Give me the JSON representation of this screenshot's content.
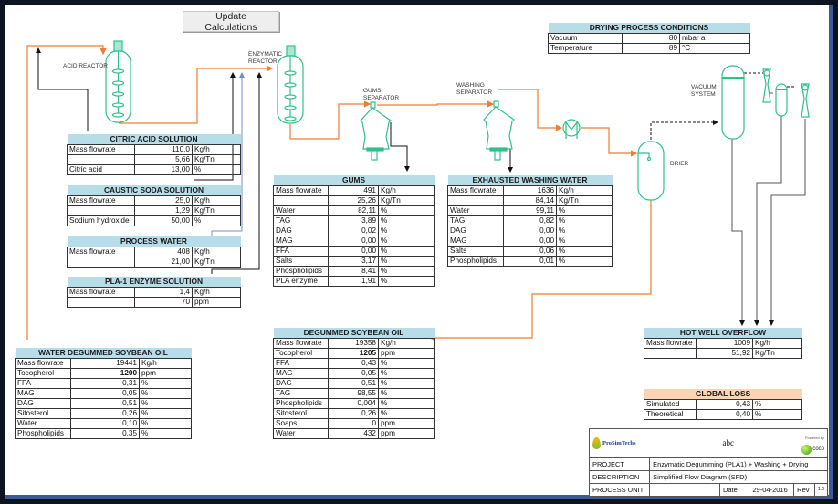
{
  "toolbar": {
    "update_label": "Update  Calculations"
  },
  "equipment_labels": {
    "acid_reactor": "ACID REACTOR",
    "enzymatic_reactor_1": "ENZYMATIC",
    "enzymatic_reactor_2": "REACTOR",
    "gums_separator_1": "GUMS",
    "gums_separator_2": "SEPARATOR",
    "washing_separator_1": "WASHING",
    "washing_separator_2": "SEPARATOR",
    "vacuum_system_1": "VACUUM",
    "vacuum_system_2": "SYSTEM",
    "drier": "DRIER"
  },
  "drying_conditions": {
    "title": "DRYING PROCESS CONDITIONS",
    "rows": [
      {
        "label": "Vacuum",
        "value": "80",
        "unit": "mbar a"
      },
      {
        "label": "Temperature",
        "value": "89",
        "unit": "°C"
      }
    ]
  },
  "citric_acid": {
    "title": "CITRIC ACID SOLUTION",
    "rows": [
      {
        "label": "Mass flowrate",
        "value": "110,0",
        "unit": "Kg/h"
      },
      {
        "label": "",
        "value": "5,66",
        "unit": "Kg/Tn"
      },
      {
        "label": "Citric acid",
        "value": "13,00",
        "unit": "%"
      }
    ]
  },
  "caustic_soda": {
    "title": "CAUSTIC SODA SOLUTION",
    "rows": [
      {
        "label": "Mass flowrate",
        "value": "25,0",
        "unit": "Kg/h"
      },
      {
        "label": "",
        "value": "1,29",
        "unit": "Kg/Tn"
      },
      {
        "label": "Sodium hydroxide",
        "value": "50,00",
        "unit": "%"
      }
    ]
  },
  "process_water": {
    "title": "PROCESS WATER",
    "rows": [
      {
        "label": "Mass flowrate",
        "value": "408",
        "unit": "Kg/h"
      },
      {
        "label": "",
        "value": "21,00",
        "unit": "Kg/Tn"
      }
    ]
  },
  "pla1_enzyme": {
    "title": "PLA-1 ENZYME SOLUTION",
    "rows": [
      {
        "label": "Mass flowrate",
        "value": "1,4",
        "unit": "Kg/h"
      },
      {
        "label": "",
        "value": "70",
        "unit": "ppm"
      }
    ]
  },
  "gums": {
    "title": "GUMS",
    "rows": [
      {
        "label": "Mass flowrate",
        "value": "491",
        "unit": "Kg/h"
      },
      {
        "label": "",
        "value": "25,26",
        "unit": "Kg/Tn"
      },
      {
        "label": "Water",
        "value": "82,11",
        "unit": "%"
      },
      {
        "label": "TAG",
        "value": "3,89",
        "unit": "%"
      },
      {
        "label": "DAG",
        "value": "0,02",
        "unit": "%"
      },
      {
        "label": "MAG",
        "value": "0,00",
        "unit": "%"
      },
      {
        "label": "FFA",
        "value": "0,00",
        "unit": "%"
      },
      {
        "label": "Salts",
        "value": "3,17",
        "unit": "%"
      },
      {
        "label": "Phospholipids",
        "value": "8,41",
        "unit": "%"
      },
      {
        "label": "PLA enzyme",
        "value": "1,91",
        "unit": "%"
      }
    ]
  },
  "exhausted_water": {
    "title": "EXHAUSTED WASHING WATER",
    "rows": [
      {
        "label": "Mass flowrate",
        "value": "1636",
        "unit": "Kg/h"
      },
      {
        "label": "",
        "value": "84,14",
        "unit": "Kg/Tn"
      },
      {
        "label": "Water",
        "value": "99,11",
        "unit": "%"
      },
      {
        "label": "TAG",
        "value": "0,82",
        "unit": "%"
      },
      {
        "label": "DAG",
        "value": "0,00",
        "unit": "%"
      },
      {
        "label": "MAG",
        "value": "0,00",
        "unit": "%"
      },
      {
        "label": "Salts",
        "value": "0,06",
        "unit": "%"
      },
      {
        "label": "Phospholipids",
        "value": "0,01",
        "unit": "%"
      }
    ]
  },
  "degummed_oil": {
    "title": "DEGUMMED SOYBEAN OIL",
    "rows": [
      {
        "label": "Mass flowrate",
        "value": "19358",
        "unit": "Kg/h"
      },
      {
        "label": "Tocopherol",
        "value": "1205",
        "unit": "ppm"
      },
      {
        "label": "FFA",
        "value": "0,43",
        "unit": "%"
      },
      {
        "label": "MAG",
        "value": "0,05",
        "unit": "%"
      },
      {
        "label": "DAG",
        "value": "0,51",
        "unit": "%"
      },
      {
        "label": "TAG",
        "value": "98,55",
        "unit": "%"
      },
      {
        "label": "Phospholipids",
        "value": "0,004",
        "unit": "%"
      },
      {
        "label": "Sitosterol",
        "value": "0,26",
        "unit": "%"
      },
      {
        "label": "Soaps",
        "value": "0",
        "unit": "ppm"
      },
      {
        "label": "Water",
        "value": "432",
        "unit": "ppm"
      }
    ]
  },
  "water_degummed_oil": {
    "title": "WATER DEGUMMED SOYBEAN OIL",
    "rows": [
      {
        "label": "Mass flowrate",
        "value": "19441",
        "unit": "Kg/h"
      },
      {
        "label": "Tocopherol",
        "value": "1200",
        "unit": "ppm"
      },
      {
        "label": "FFA",
        "value": "0,31",
        "unit": "%"
      },
      {
        "label": "MAG",
        "value": "0,05",
        "unit": "%"
      },
      {
        "label": "DAG",
        "value": "0,51",
        "unit": "%"
      },
      {
        "label": "Sitosterol",
        "value": "0,26",
        "unit": "%"
      },
      {
        "label": "Water",
        "value": "0,10",
        "unit": "%"
      },
      {
        "label": "Phospholipids",
        "value": "0,35",
        "unit": "%"
      }
    ]
  },
  "hot_well": {
    "title": "HOT WELL OVERFLOW",
    "rows": [
      {
        "label": "Mass flowrate",
        "value": "1009",
        "unit": "Kg/h"
      },
      {
        "label": "",
        "value": "51,92",
        "unit": "Kg/Tn"
      }
    ]
  },
  "global_loss": {
    "title": "GLOBAL LOSS",
    "rows": [
      {
        "label": "Simulated",
        "value": "0,43",
        "unit": "%"
      },
      {
        "label": "Theoretical",
        "value": "0,40",
        "unit": "%"
      }
    ]
  },
  "title_block": {
    "company": "ProSimTechs",
    "name": "abc",
    "powered_by": "Powered by",
    "coco": "coco",
    "project_label": "PROJECT",
    "project_value": "Enzymatic Degumming (PLA1) + Washing + Drying",
    "description_label": "DESCRIPTION",
    "description_value": "Simplified Flow Diagram (SFD)",
    "unit_label": "PROCESS UNIT",
    "unit_value": "",
    "date_label": "Date",
    "date_value": "29-04-2016",
    "rev_label": "Rev",
    "rev_value": "1.0"
  },
  "colors": {
    "oil_stream": "#ed7d31",
    "equipment": "#2ec28a",
    "header_blue": "#b7dde8",
    "header_orange": "#fbd4b4",
    "water_stream": "#6f8fc8"
  }
}
